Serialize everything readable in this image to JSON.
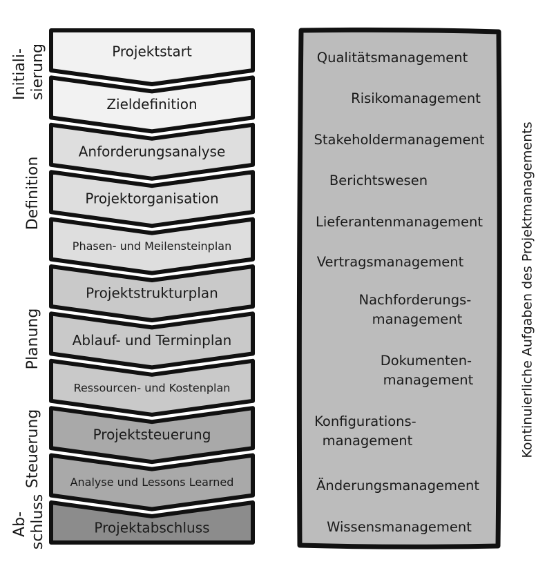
{
  "phases": [
    {
      "lines": [
        "Initiali-",
        "sierung"
      ]
    },
    {
      "lines": [
        "Definition"
      ]
    },
    {
      "lines": [
        "Planung"
      ]
    },
    {
      "lines": [
        "Steuerung"
      ]
    },
    {
      "lines": [
        "Ab-",
        "schluss"
      ]
    }
  ],
  "steps": [
    {
      "label": "Projektstart",
      "color": "#f2f2f2"
    },
    {
      "label": "Zieldefinition",
      "color": "#f2f2f2"
    },
    {
      "label": "Anforderungsanalyse",
      "color": "#dedede"
    },
    {
      "label": "Projektorganisation",
      "color": "#dedede"
    },
    {
      "label": "Phasen- und Meilensteinplan",
      "color": "#dedede"
    },
    {
      "label": "Projektstrukturplan",
      "color": "#c9c9c9"
    },
    {
      "label": "Ablauf- und Terminplan",
      "color": "#c9c9c9"
    },
    {
      "label": "Ressourcen- und Kostenplan",
      "color": "#c9c9c9"
    },
    {
      "label": "Projektsteuerung",
      "color": "#a9a9a9"
    },
    {
      "label": "Analyse und Lessons Learned",
      "color": "#a9a9a9"
    },
    {
      "label": "Projektabschluss",
      "color": "#8c8c8c"
    }
  ],
  "tasks": [
    {
      "lines": [
        "Qualitätsmanagement"
      ]
    },
    {
      "lines": [
        "Risikomanagement"
      ]
    },
    {
      "lines": [
        "Stakeholdermanagement"
      ]
    },
    {
      "lines": [
        "Berichtswesen"
      ]
    },
    {
      "lines": [
        "Lieferantenmanagement"
      ]
    },
    {
      "lines": [
        "Vertragsmanagement"
      ]
    },
    {
      "lines": [
        "Nachforderungs-",
        "management"
      ]
    },
    {
      "lines": [
        "Dokumenten-",
        "management"
      ]
    },
    {
      "lines": [
        "Konfigurations-",
        "management"
      ]
    },
    {
      "lines": [
        "Änderungsmanagement"
      ]
    },
    {
      "lines": [
        "Wissensmanagement"
      ]
    }
  ],
  "side_label": "Kontinuierliche Aufgaben des Projektmanagements"
}
